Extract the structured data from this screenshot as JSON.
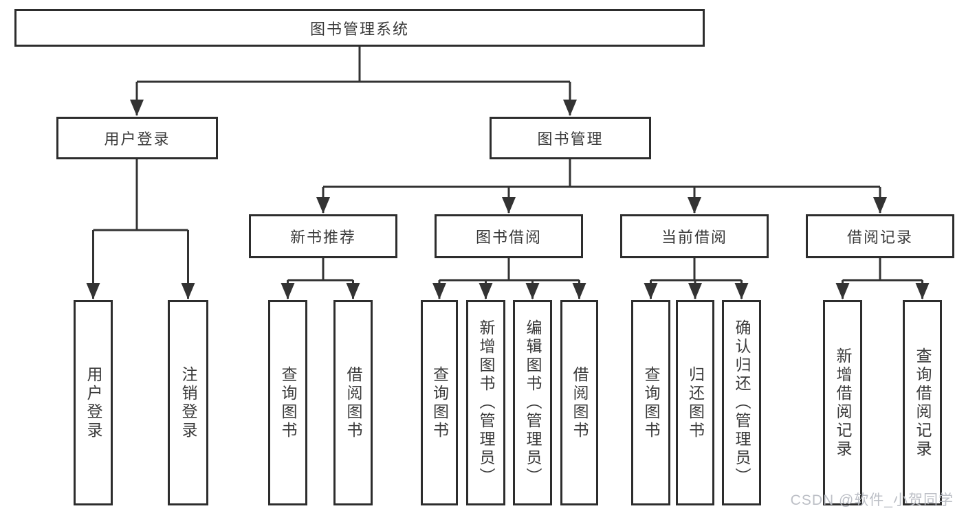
{
  "diagram": {
    "root": "图书管理系统",
    "level2": [
      {
        "label": "用户登录",
        "children": [
          "用户登录",
          "注销登录"
        ]
      },
      {
        "label": "图书管理",
        "modules": [
          {
            "label": "新书推荐",
            "children": [
              "查询图书",
              "借阅图书"
            ]
          },
          {
            "label": "图书借阅",
            "children": [
              "查询图书",
              "新增图书（管理员）",
              "编辑图书（管理员）",
              "借阅图书"
            ]
          },
          {
            "label": "当前借阅",
            "children": [
              "查询图书",
              "归还图书",
              "确认归还（管理员）"
            ]
          },
          {
            "label": "借阅记录",
            "children": [
              "新增借阅记录",
              "查询借阅记录"
            ]
          }
        ]
      }
    ],
    "watermark": "CSDN @软件_小贺同学",
    "colors": {
      "line": "#333333",
      "box_border": "#2d2d2d",
      "box_fill": "#ffffff",
      "text": "#3a3a3a",
      "watermark": "#b8bcc3"
    }
  }
}
